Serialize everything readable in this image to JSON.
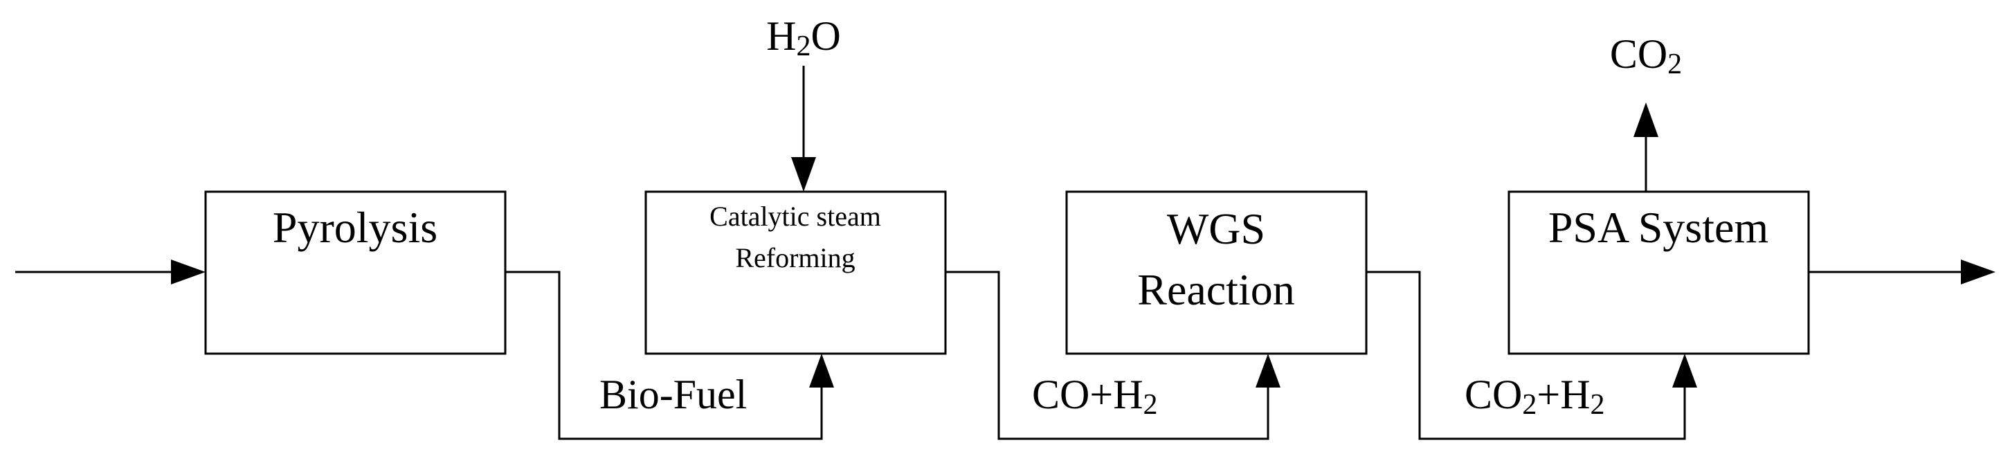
{
  "blocks": {
    "pyrolysis": {
      "label": "Pyrolysis"
    },
    "reforming": {
      "line1": "Catalytic steam",
      "line2": "Reforming"
    },
    "wgs": {
      "line1": "WGS",
      "line2": "Reaction"
    },
    "psa": {
      "label": "PSA System"
    }
  },
  "streams": {
    "water": {
      "main": "H",
      "sub": "2",
      "tail": "O"
    },
    "co2_out": {
      "main": "CO",
      "sub": "2"
    },
    "bio_fuel": {
      "text": "Bio-Fuel"
    },
    "syngas": {
      "main": "CO+H",
      "sub": "2"
    },
    "shifted": {
      "a": "CO",
      "a_sub": "2",
      "b": "+H",
      "b_sub": "2"
    }
  },
  "colors": {
    "stroke": "#000000",
    "background": "#ffffff"
  }
}
